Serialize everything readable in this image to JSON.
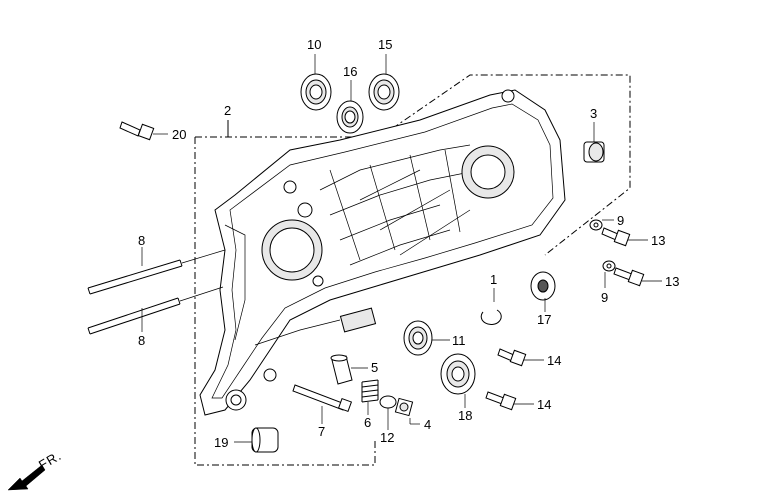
{
  "diagram": {
    "direction_label": "FR.",
    "part_labels": {
      "p1": "1",
      "p2": "2",
      "p3": "3",
      "p4": "4",
      "p5": "5",
      "p6": "6",
      "p7": "7",
      "p8a": "8",
      "p8b": "8",
      "p9a": "9",
      "p9b": "9",
      "p10": "10",
      "p11": "11",
      "p12": "12",
      "p13a": "13",
      "p13b": "13",
      "p14a": "14",
      "p14b": "14",
      "p15": "15",
      "p16": "16",
      "p17": "17",
      "p18": "18",
      "p19": "19",
      "p20": "20"
    }
  }
}
